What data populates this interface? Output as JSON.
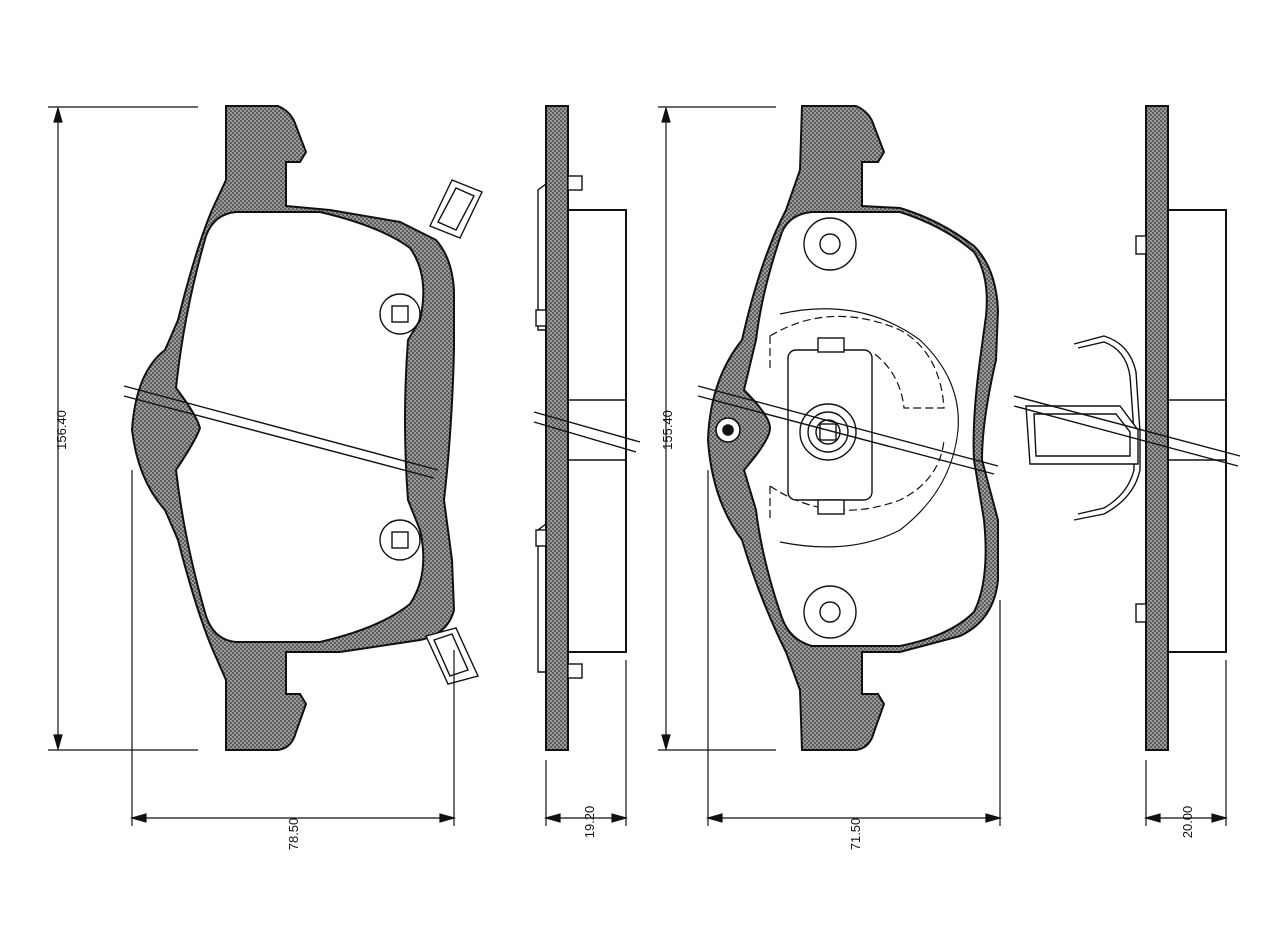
{
  "dimensions": {
    "pad1_height": "156.40",
    "pad1_width": "78.50",
    "pad1_thickness": "19.20",
    "pad2_height": "155.40",
    "pad2_width": "71.50",
    "pad2_thickness": "20.00"
  },
  "colors": {
    "line": "#111111",
    "background": "#ffffff",
    "backing_plate": "#8a8a8a"
  }
}
